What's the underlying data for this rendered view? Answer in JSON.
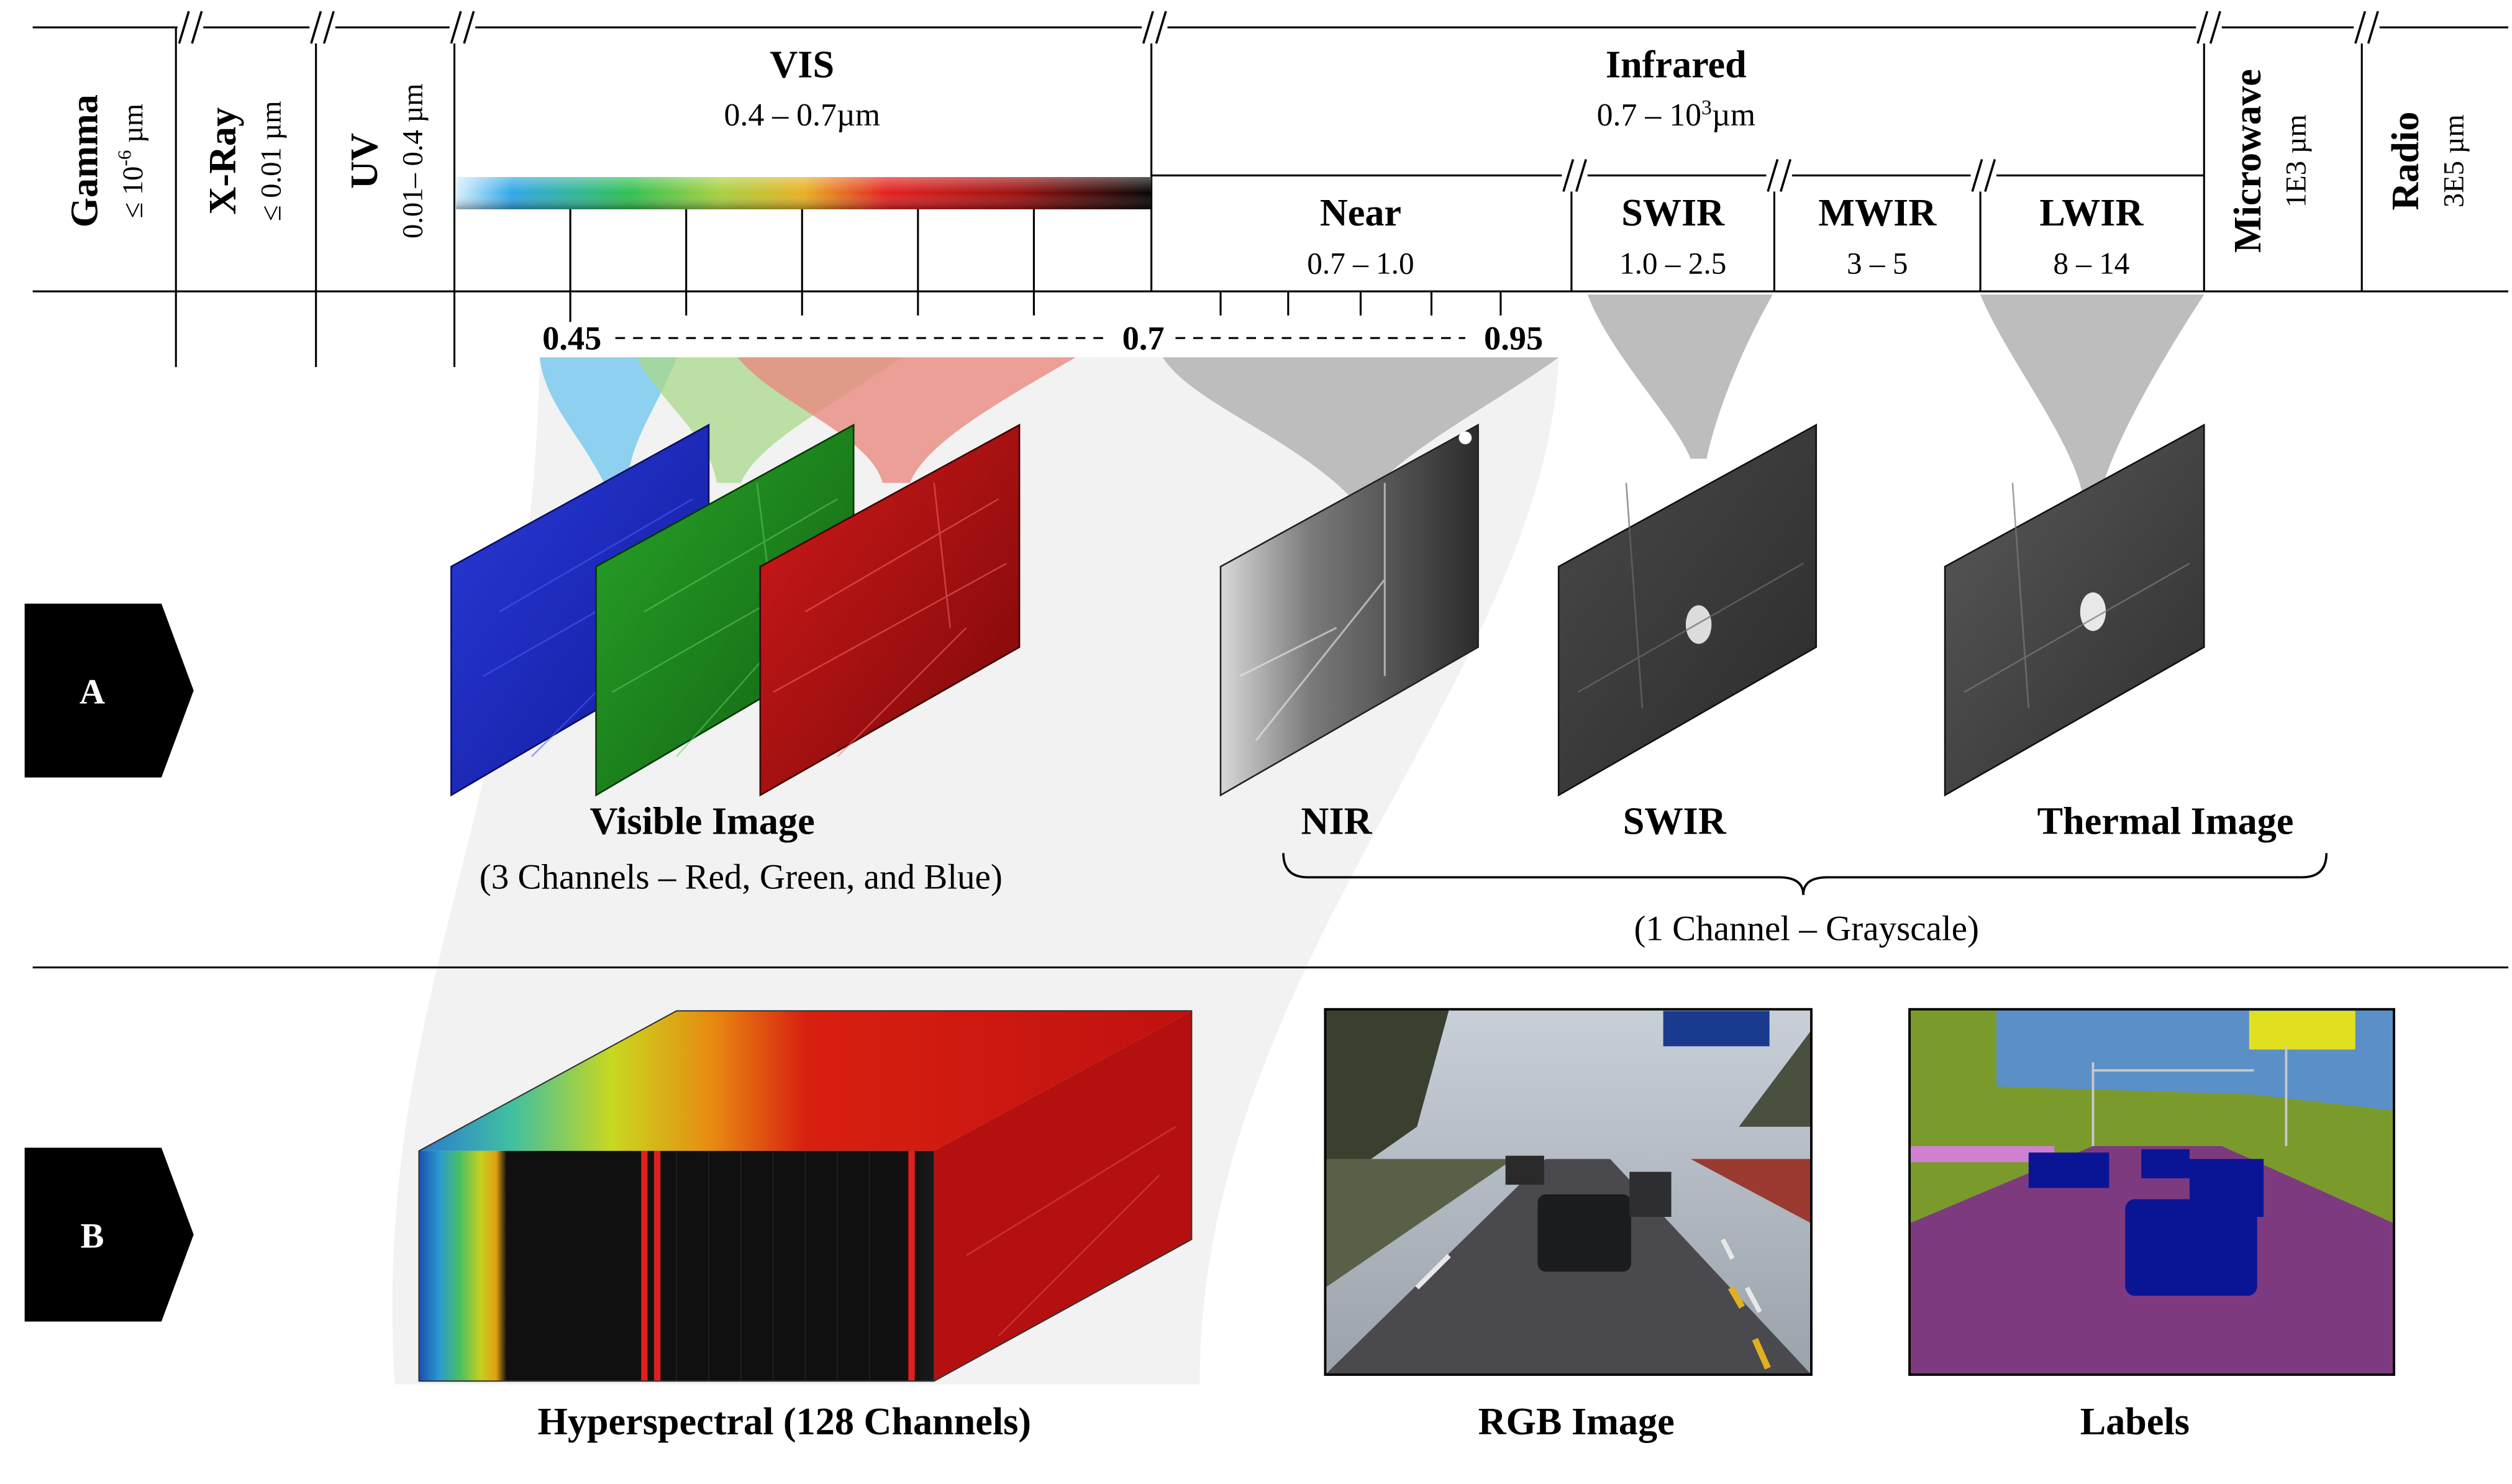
{
  "spectrum": {
    "gamma": {
      "name": "Gamma",
      "range_base": "≤ 10",
      "range_sup": "-6",
      "range_unit": " µm"
    },
    "xray": {
      "name": "X-Ray",
      "range": "≤ 0.01 µm"
    },
    "uv": {
      "name": "UV",
      "range": "0.01– 0.4 µm"
    },
    "vis": {
      "name": "VIS",
      "range": "0.4 – 0.7µm"
    },
    "infrared": {
      "name": "Infrared",
      "range_base": "0.7 – 10",
      "range_sup": "3",
      "range_unit": "µm"
    },
    "near": {
      "name": "Near",
      "range": "0.7 – 1.0"
    },
    "swir": {
      "name": "SWIR",
      "range": "1.0 – 2.5"
    },
    "mwir": {
      "name": "MWIR",
      "range": "3 – 5"
    },
    "lwir": {
      "name": "LWIR",
      "range": "8 – 14"
    },
    "microwave": {
      "name": "Microwave",
      "range": "1E3 µm"
    },
    "radio": {
      "name": "Radio",
      "range": "3E5 µm"
    },
    "marks": {
      "m045": "0.45",
      "m07": "0.7",
      "m095": "0.95"
    }
  },
  "row_a": {
    "label": "A",
    "visible_title": "Visible Image",
    "visible_sub": "(3 Channels – Red, Green, and Blue)",
    "nir": "NIR",
    "swir": "SWIR",
    "thermal": "Thermal Image",
    "gray_sub": "(1 Channel – Grayscale)"
  },
  "row_b": {
    "label": "B",
    "hyper": "Hyperspectral (128 Channels)",
    "rgb": "RGB Image",
    "labels": "Labels"
  },
  "colors": {
    "badge": "#000000",
    "blue_channel": "#1c2ccf",
    "green_channel": "#1c8f1c",
    "red_channel": "#c61515",
    "gray_funnel": "#bdbdbd",
    "seg_road": "#7e3a7e",
    "seg_sky": "#5a8fc8",
    "seg_vegetation": "#7a9a2c",
    "seg_vehicle": "#0a1596"
  }
}
